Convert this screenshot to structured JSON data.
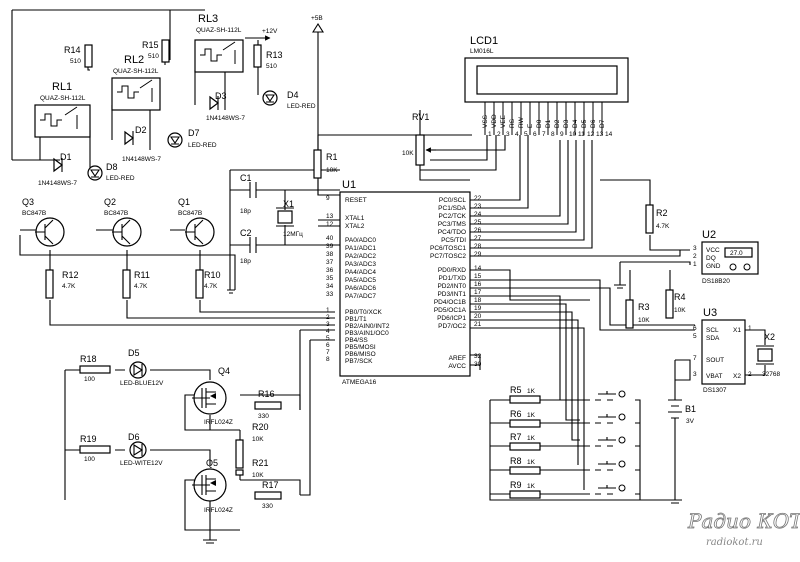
{
  "supply": {
    "plus5": "+5В",
    "plus12": "+12V"
  },
  "relays": [
    {
      "ref": "RL1",
      "model": "QUAZ-SH-112L"
    },
    {
      "ref": "RL2",
      "model": "QUAZ-SH-112L"
    },
    {
      "ref": "RL3",
      "model": "QUAZ-SH-112L"
    }
  ],
  "resistors": {
    "R1": {
      "ref": "R1",
      "val": "10K"
    },
    "R2": {
      "ref": "R2",
      "val": "4.7K"
    },
    "R3": {
      "ref": "R3",
      "val": "10K"
    },
    "R4": {
      "ref": "R4",
      "val": "10K"
    },
    "R5": {
      "ref": "R5",
      "val": "1K"
    },
    "R6": {
      "ref": "R6",
      "val": "1K"
    },
    "R7": {
      "ref": "R7",
      "val": "1K"
    },
    "R8": {
      "ref": "R8",
      "val": "1K"
    },
    "R9": {
      "ref": "R9",
      "val": "1K"
    },
    "R10": {
      "ref": "R10",
      "val": "4.7K"
    },
    "R11": {
      "ref": "R11",
      "val": "4.7K"
    },
    "R12": {
      "ref": "R12",
      "val": "4.7K"
    },
    "R13": {
      "ref": "R13",
      "val": "510"
    },
    "R14": {
      "ref": "R14",
      "val": "510"
    },
    "R15": {
      "ref": "R15",
      "val": "510"
    },
    "R16": {
      "ref": "R16",
      "val": "330"
    },
    "R17": {
      "ref": "R17",
      "val": "330"
    },
    "R18": {
      "ref": "R18",
      "val": "100"
    },
    "R19": {
      "ref": "R19",
      "val": "100"
    },
    "R20": {
      "ref": "R20",
      "val": "10K"
    },
    "R21": {
      "ref": "R21",
      "val": "10K"
    }
  },
  "rv1": {
    "ref": "RV1",
    "val": "10K"
  },
  "diodes": {
    "D1": {
      "ref": "D1",
      "val": "1N4148WS-7"
    },
    "D2": {
      "ref": "D2",
      "val": "1N4148WS-7"
    },
    "D3": {
      "ref": "D3",
      "val": "1N4148WS-7"
    },
    "D4": {
      "ref": "D4",
      "val": "LED-RED"
    },
    "D5": {
      "ref": "D5",
      "val": "LED-BLUE12V"
    },
    "D6": {
      "ref": "D6",
      "val": "LED-WITE12V"
    },
    "D7": {
      "ref": "D7",
      "val": "LED-RED"
    },
    "D8": {
      "ref": "D8",
      "val": "LED-RED"
    }
  },
  "transistors": {
    "Q1": {
      "ref": "Q1",
      "val": "BC847B"
    },
    "Q2": {
      "ref": "Q2",
      "val": "BC847B"
    },
    "Q3": {
      "ref": "Q3",
      "val": "BC847B"
    },
    "Q4": {
      "ref": "Q4",
      "val": "IRFL024Z"
    },
    "Q5": {
      "ref": "Q5",
      "val": "IRFL024Z"
    }
  },
  "caps": {
    "C1": {
      "ref": "C1",
      "val": "18p"
    },
    "C2": {
      "ref": "C2",
      "val": "18p"
    }
  },
  "crystals": {
    "X1": {
      "ref": "X1",
      "val": "12МГц"
    },
    "X2": {
      "ref": "X2",
      "val": "32768"
    }
  },
  "battery": {
    "ref": "B1",
    "val": "3V"
  },
  "lcd": {
    "ref": "LCD1",
    "model": "LM016L",
    "pins": [
      "VSS",
      "VDD",
      "VEE",
      "RS",
      "RW",
      "E",
      "D0",
      "D1",
      "D2",
      "D3",
      "D4",
      "D5",
      "D6",
      "D7"
    ],
    "pinnums": [
      "1",
      "2",
      "3",
      "4",
      "5",
      "6",
      "7",
      "8",
      "9",
      "10",
      "11",
      "12",
      "13",
      "14"
    ]
  },
  "u1": {
    "ref": "U1",
    "model": "ATMEGA16",
    "left": [
      {
        "n": "9",
        "name": "RESET"
      },
      {
        "n": "13",
        "name": "XTAL1"
      },
      {
        "n": "12",
        "name": "XTAL2"
      },
      {
        "n": "40",
        "name": "PA0/ADC0"
      },
      {
        "n": "39",
        "name": "PA1/ADC1"
      },
      {
        "n": "38",
        "name": "PA2/ADC2"
      },
      {
        "n": "37",
        "name": "PA3/ADC3"
      },
      {
        "n": "36",
        "name": "PA4/ADC4"
      },
      {
        "n": "35",
        "name": "PA5/ADC5"
      },
      {
        "n": "34",
        "name": "PA6/ADC6"
      },
      {
        "n": "33",
        "name": "PA7/ADC7"
      },
      {
        "n": "1",
        "name": "PB0/T0/XCK"
      },
      {
        "n": "2",
        "name": "PB1/T1"
      },
      {
        "n": "3",
        "name": "PB2/AIN0/INT2"
      },
      {
        "n": "4",
        "name": "PB3/AIN1/OC0"
      },
      {
        "n": "5",
        "name": "PB4/SS"
      },
      {
        "n": "6",
        "name": "PB5/MOSI"
      },
      {
        "n": "7",
        "name": "PB6/MISO"
      },
      {
        "n": "8",
        "name": "PB7/SCK"
      }
    ],
    "right": [
      {
        "n": "22",
        "name": "PC0/SCL"
      },
      {
        "n": "23",
        "name": "PC1/SDA"
      },
      {
        "n": "24",
        "name": "PC2/TCK"
      },
      {
        "n": "25",
        "name": "PC3/TMS"
      },
      {
        "n": "26",
        "name": "PC4/TDO"
      },
      {
        "n": "27",
        "name": "PC5/TDI"
      },
      {
        "n": "28",
        "name": "PC6/TOSC1"
      },
      {
        "n": "29",
        "name": "PC7/TOSC2"
      },
      {
        "n": "14",
        "name": "PD0/RXD"
      },
      {
        "n": "15",
        "name": "PD1/TXD"
      },
      {
        "n": "16",
        "name": "PD2/INT0"
      },
      {
        "n": "17",
        "name": "PD3/INT1"
      },
      {
        "n": "18",
        "name": "PD4/OC1B"
      },
      {
        "n": "19",
        "name": "PD5/OC1A"
      },
      {
        "n": "20",
        "name": "PD6/ICP1"
      },
      {
        "n": "21",
        "name": "PD7/OC2"
      },
      {
        "n": "32",
        "name": "AREF"
      },
      {
        "n": "30",
        "name": "AVCC"
      }
    ]
  },
  "u2": {
    "ref": "U2",
    "model": "DS18B20",
    "pins": [
      {
        "n": "3",
        "name": "VCC"
      },
      {
        "n": "2",
        "name": "DQ"
      },
      {
        "n": "1",
        "name": "GND"
      }
    ],
    "reading": "27.0"
  },
  "u3": {
    "ref": "U3",
    "model": "DS1307",
    "left": [
      {
        "n": "6",
        "name": "SCL"
      },
      {
        "n": "5",
        "name": "SDA"
      },
      {
        "n": "7",
        "name": "SOUT"
      },
      {
        "n": "3",
        "name": "VBAT"
      }
    ],
    "right": [
      {
        "n": "1",
        "name": "X1"
      },
      {
        "n": "2",
        "name": "X2"
      }
    ]
  },
  "watermark": {
    "line1": "Радио КОТ",
    "line2": "radiokot.ru"
  }
}
